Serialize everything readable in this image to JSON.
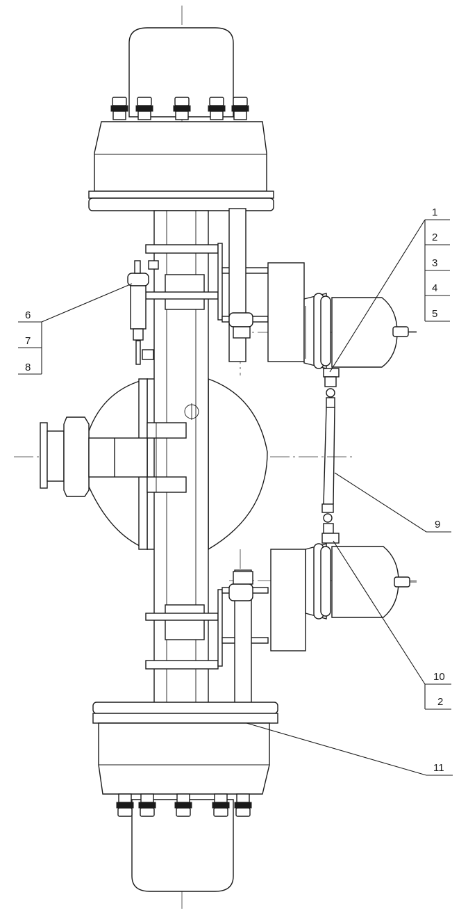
{
  "figure": {
    "callouts_right_top": [
      "1",
      "2",
      "3",
      "4",
      "5"
    ],
    "callouts_left": [
      "6",
      "7",
      "8"
    ],
    "callout_9": "9",
    "callouts_right_bottom": [
      "10",
      "2"
    ],
    "callout_11": "11"
  }
}
